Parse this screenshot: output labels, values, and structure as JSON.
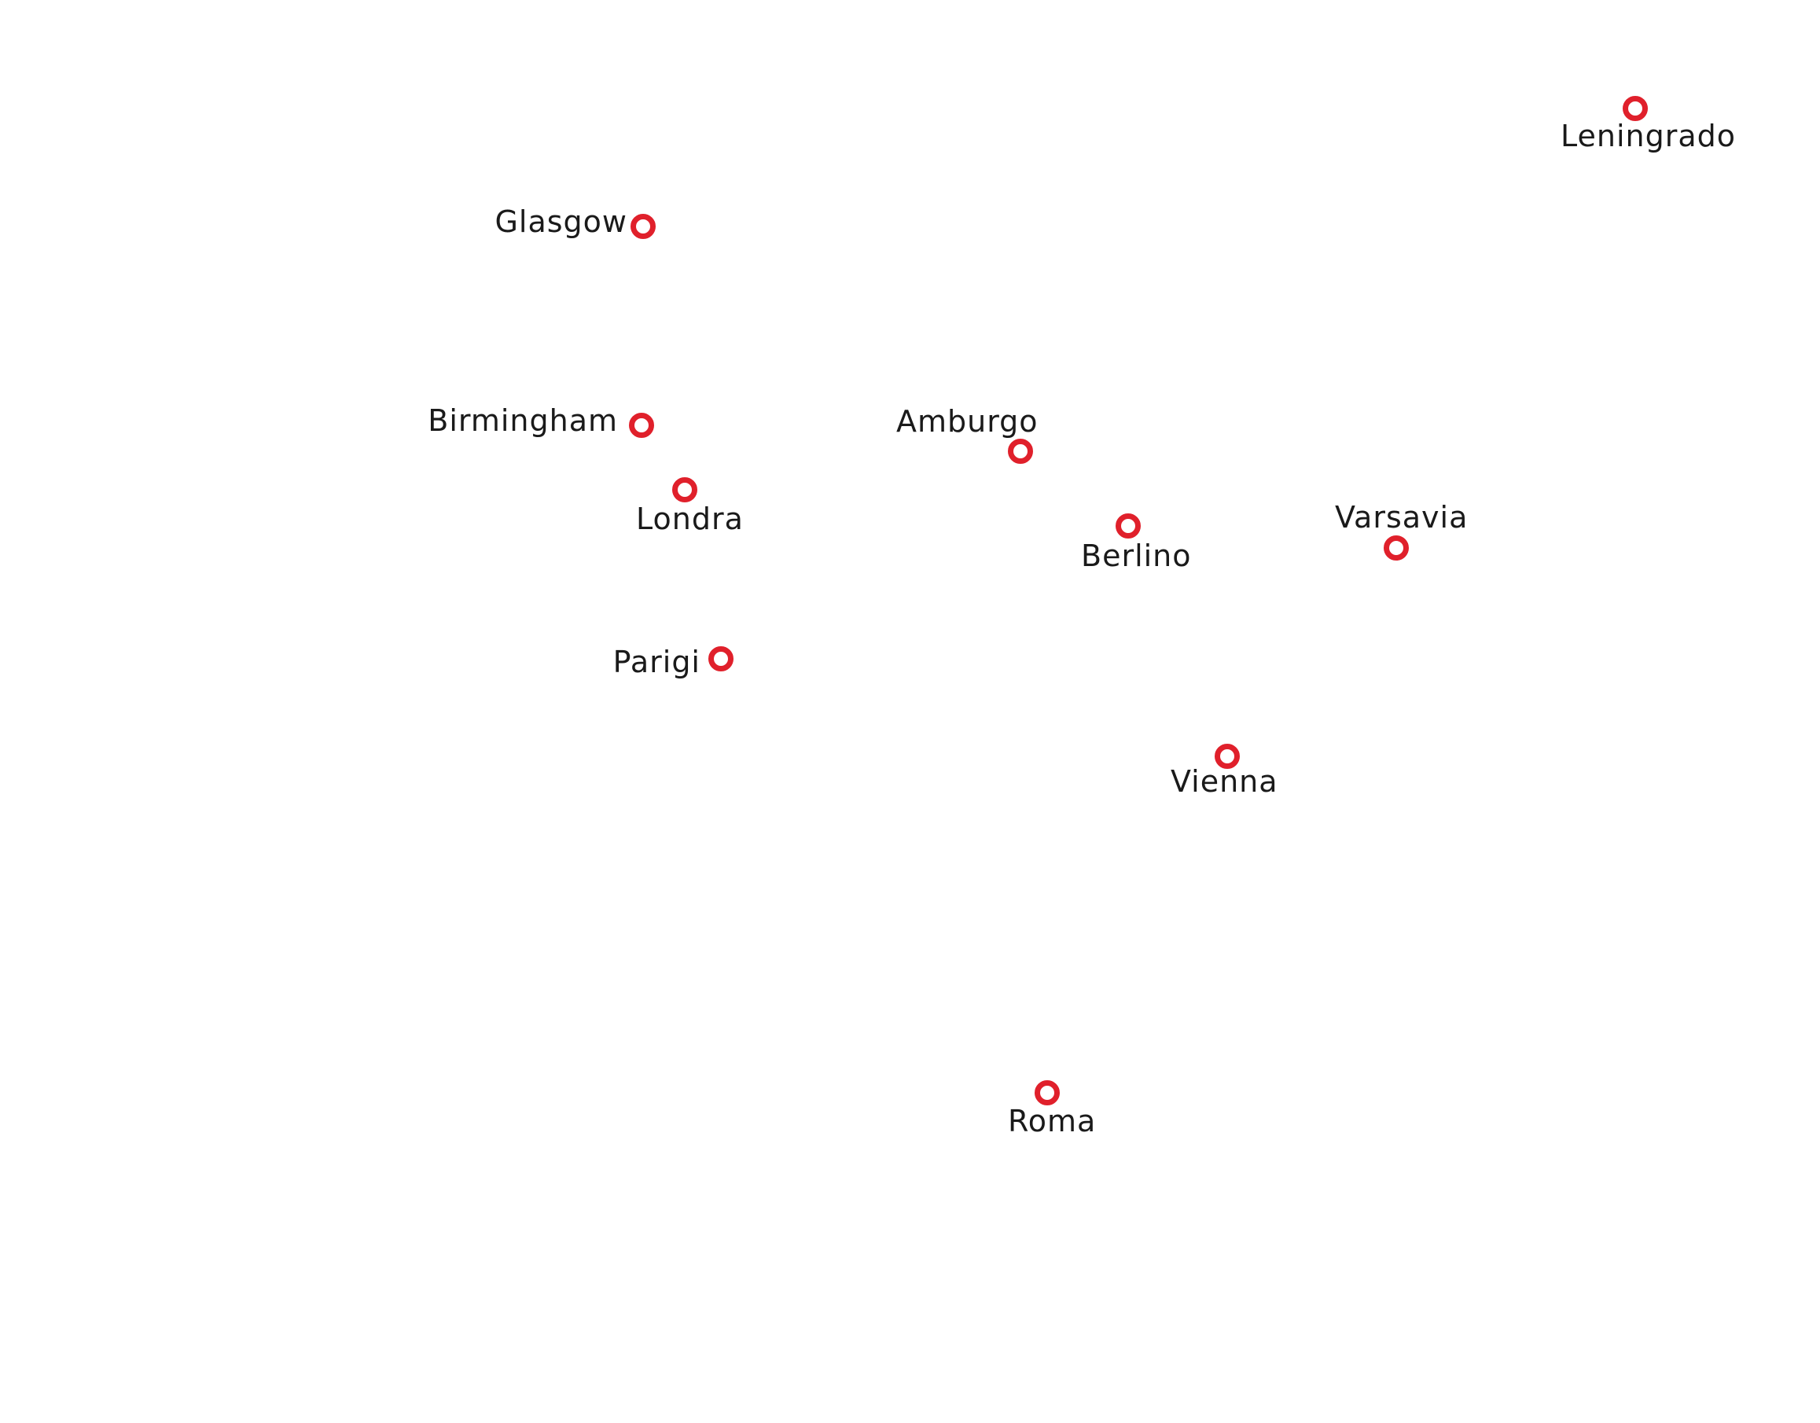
{
  "map": {
    "marker_color": "#e0202b",
    "label_color": "#1a1a1a",
    "background_color": "#ffffff",
    "cities": [
      {
        "id": "glasgow",
        "name": "Glasgow",
        "marker_icon": "ring-marker-icon"
      },
      {
        "id": "leningrado",
        "name": "Leningrado",
        "marker_icon": "ring-marker-icon"
      },
      {
        "id": "birmingham",
        "name": "Birmingham",
        "marker_icon": "ring-marker-icon"
      },
      {
        "id": "londra",
        "name": "Londra",
        "marker_icon": "ring-marker-icon"
      },
      {
        "id": "amburgo",
        "name": "Amburgo",
        "marker_icon": "ring-marker-icon"
      },
      {
        "id": "berlino",
        "name": "Berlino",
        "marker_icon": "ring-marker-icon"
      },
      {
        "id": "varsavia",
        "name": "Varsavia",
        "marker_icon": "ring-marker-icon"
      },
      {
        "id": "parigi",
        "name": "Parigi",
        "marker_icon": "ring-marker-icon"
      },
      {
        "id": "vienna",
        "name": "Vienna",
        "marker_icon": "ring-marker-icon"
      },
      {
        "id": "roma",
        "name": "Roma",
        "marker_icon": "ring-marker-icon"
      }
    ]
  }
}
